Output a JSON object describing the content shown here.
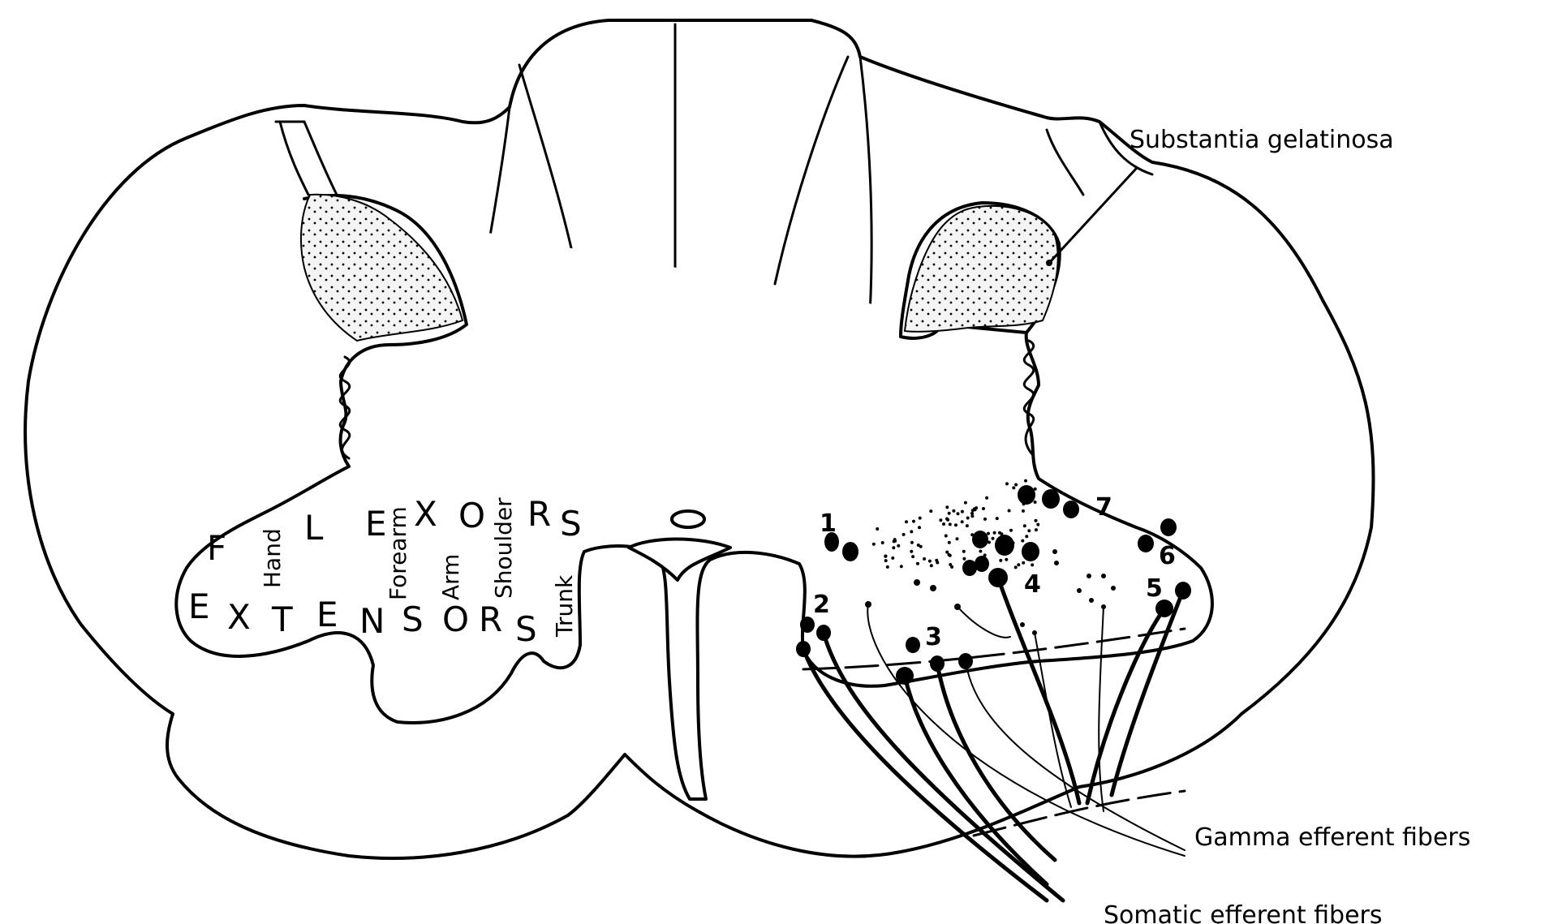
{
  "labels": {
    "substantia": "Substantia gelatinosa",
    "gamma": "Gamma efferent fibers",
    "somatic": "Somatic efferent fibers"
  },
  "flexors": [
    "F",
    "L",
    "E",
    "X",
    "O",
    "R",
    "S"
  ],
  "extensors": [
    "E",
    "X",
    "T",
    "E",
    "N",
    "S",
    "O",
    "R",
    "S"
  ],
  "body_regions": {
    "hand": "Hand",
    "forearm": "Forearm",
    "arm": "Arm",
    "shoulder": "Shoulder",
    "trunk": "Trunk"
  },
  "nuclei": [
    "1",
    "2",
    "3",
    "4",
    "5",
    "6",
    "7"
  ]
}
